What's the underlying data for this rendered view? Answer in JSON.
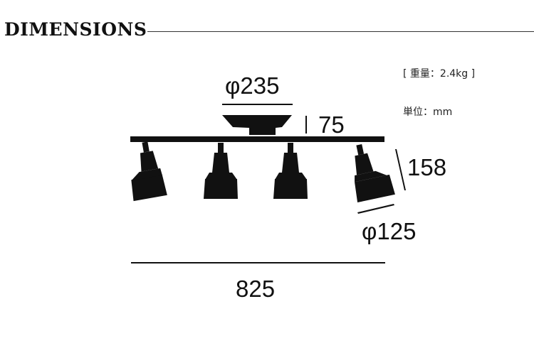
{
  "header": {
    "title": "DIMENSIONS"
  },
  "specs": {
    "weight": "[ 重量：2.4kg ]",
    "unit": "単位：mm"
  },
  "dimensions": {
    "canopy_diameter": "φ235",
    "canopy_height": "75",
    "shade_height": "158",
    "shade_diameter": "φ125",
    "total_width": "825"
  },
  "colors": {
    "ink": "#111111"
  }
}
